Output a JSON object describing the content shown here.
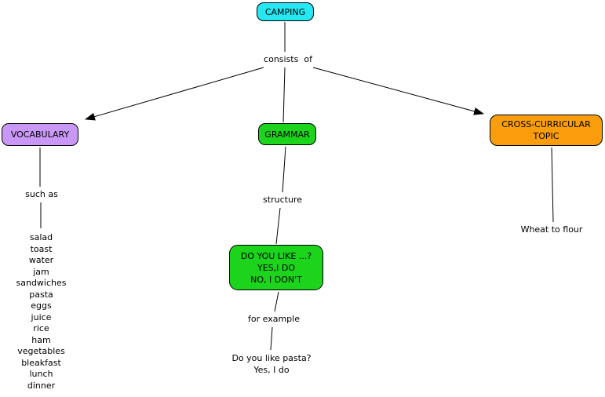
{
  "colors": {
    "background": "#ffffff",
    "line": "#000000",
    "text": "#000000",
    "node_border": "#000000",
    "camping_fill": "#25e8f2",
    "vocabulary_fill": "#c997f5",
    "grammar_fill": "#1bd41b",
    "structure_example_fill": "#1bd41b",
    "cross_curricular_fill": "#f99d0d"
  },
  "nodes": {
    "camping": {
      "label": "CAMPING"
    },
    "vocabulary": {
      "label": "VOCABULARY"
    },
    "grammar": {
      "label": "GRAMMAR"
    },
    "cross_curricular": {
      "line1": "CROSS-CURRICULAR",
      "line2": "TOPIC"
    },
    "structure_example": {
      "line1": "DO YOU LIKE ...?",
      "line2": "YES,I DO",
      "line3": "NO, I DON'T"
    }
  },
  "link_labels": {
    "consists_of": "consists  of",
    "such_as": "such as",
    "structure": "structure",
    "for_example": "for example"
  },
  "vocabulary_list": {
    "items": [
      "salad",
      "toast",
      "water",
      "jam",
      "sandwiches",
      "pasta",
      "eggs",
      "juice",
      "rice",
      "ham",
      "vegetables",
      "bleakfast",
      "lunch",
      "dinner"
    ]
  },
  "examples": {
    "dialog_question": "Do you like pasta?",
    "dialog_answer": "Yes, I do",
    "cross_topic": "Wheat to flour"
  }
}
